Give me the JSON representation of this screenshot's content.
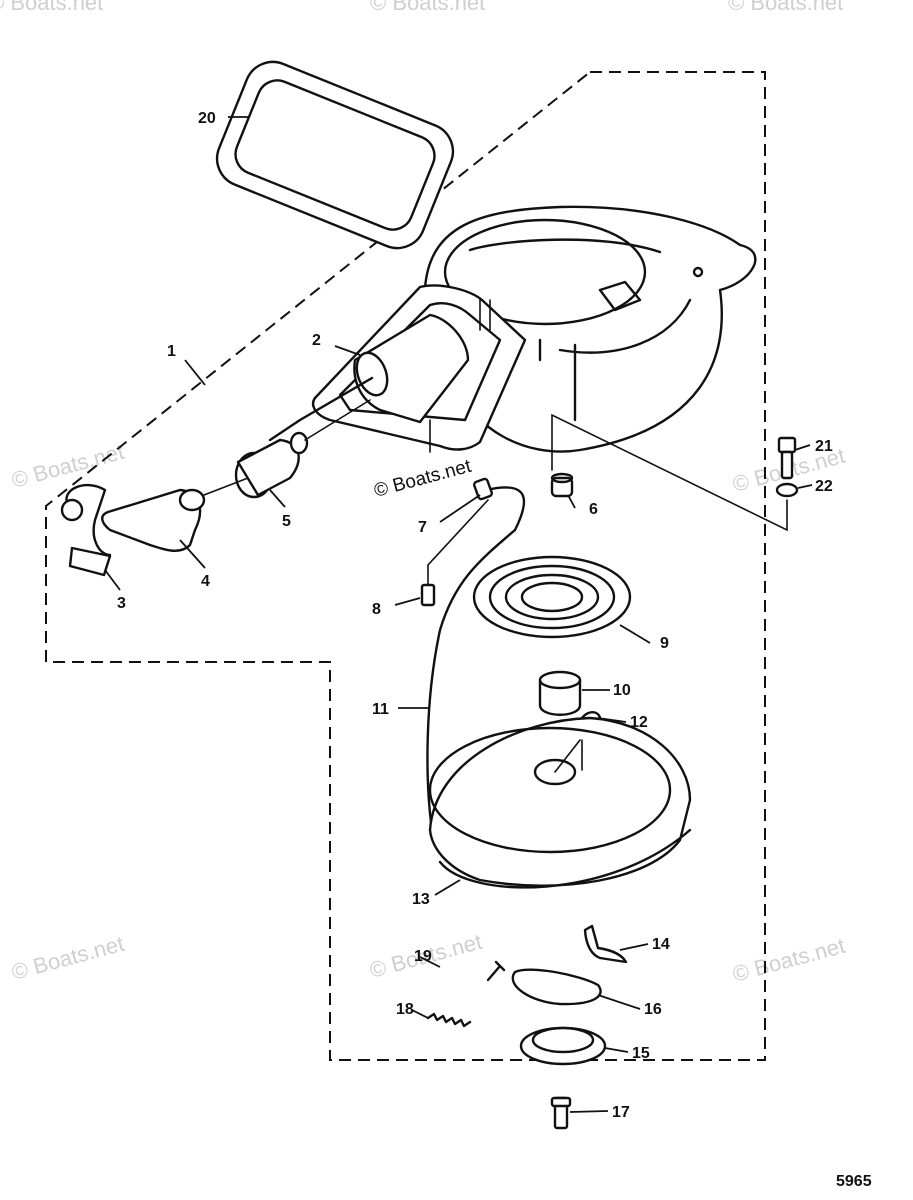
{
  "watermark": "© Boats.net",
  "figure_number": "5965",
  "callouts": {
    "c1": "1",
    "c2": "2",
    "c3": "3",
    "c4": "4",
    "c5": "5",
    "c6": "6",
    "c7": "7",
    "c8": "8",
    "c9": "9",
    "c10": "10",
    "c11": "11",
    "c12": "12",
    "c13": "13",
    "c14": "14",
    "c15": "15",
    "c16": "16",
    "c17": "17",
    "c18": "18",
    "c19": "19",
    "c20": "20",
    "c21": "21",
    "c22": "22"
  }
}
